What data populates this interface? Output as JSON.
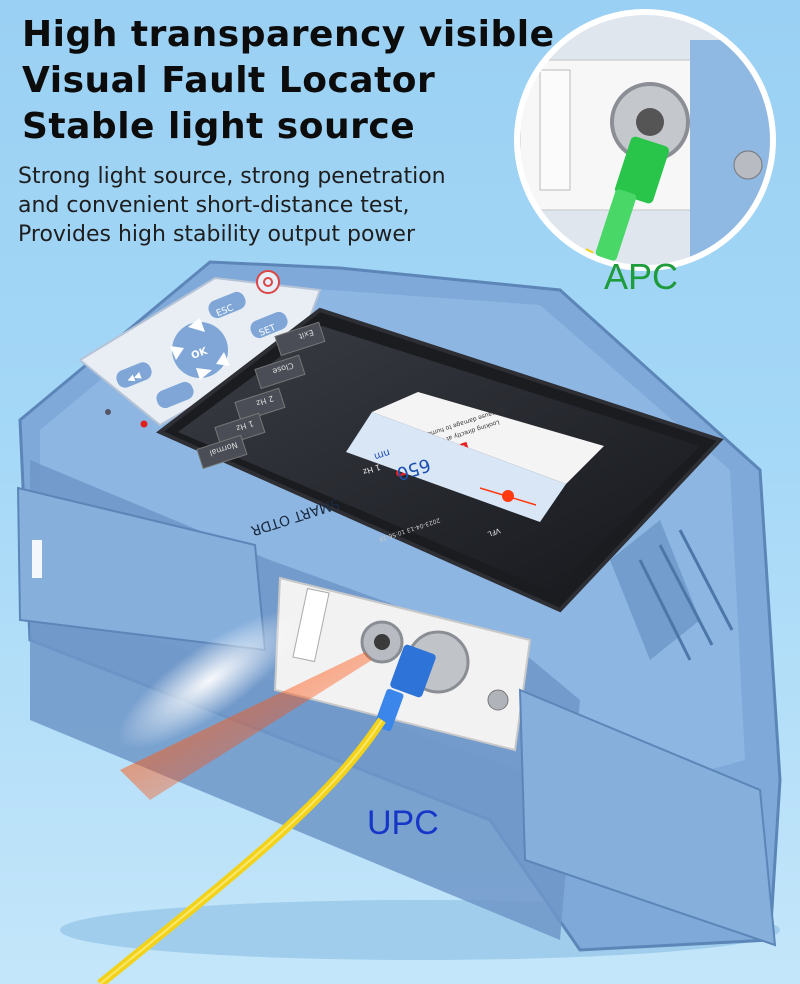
{
  "headline": {
    "line1": "High transparency visible",
    "line2": "Visual Fault Locator",
    "line3": "Stable light source"
  },
  "description": {
    "line1": "Strong light source, strong penetration",
    "line2": "and convenient short-distance test,",
    "line3": "Provides high stability output power"
  },
  "labels": {
    "apc": "APC",
    "upc": "UPC"
  },
  "device": {
    "brand_label": "SMART OTDR",
    "keys": {
      "esc": "ESC",
      "set": "SET",
      "ok": "OK"
    },
    "screen": {
      "menu_items": [
        "Exit",
        "Close",
        "2 Hz",
        "1 Hz",
        "Normal"
      ],
      "mode_tag": "VFL",
      "frequency": "1 Hz",
      "wavelength": "650",
      "wavelength_unit": "nm",
      "datetime": "2023-04-13 10:56:28",
      "warning_title": "DANGER",
      "warning_text_1": "Looking directly at laser output",
      "warning_text_2": "may cause damage to human eyes!"
    }
  },
  "colors": {
    "device_blue": "#7fa9d8",
    "apc_green": "#1e9b3a",
    "upc_blue": "#1636c8",
    "fiber_yellow": "#f2d21a",
    "laser_red": "#ff3a10"
  }
}
